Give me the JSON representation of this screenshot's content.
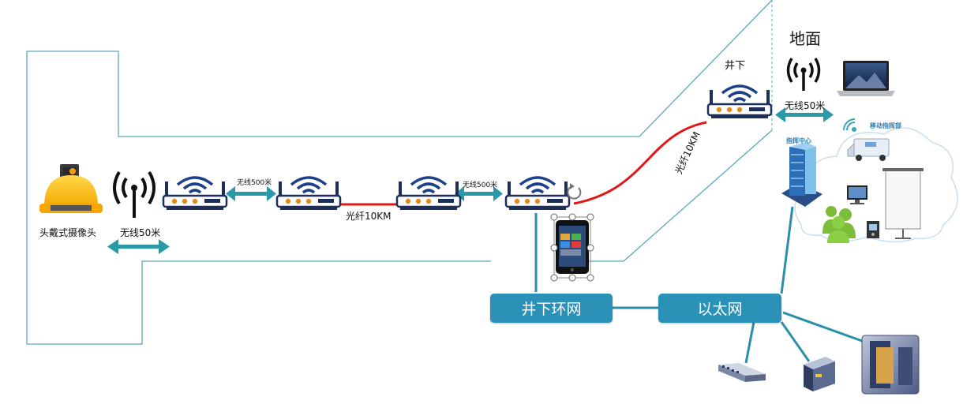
{
  "labels": {
    "camera": "头戴式摄像头",
    "wireless_50_left": "无线50米",
    "wireless_500_a": "无线500米",
    "fiber_10km_a": "光纤10KM",
    "wireless_500_b": "无线500米",
    "fiber_10km_b": "光纤10KM",
    "underground": "井下",
    "ground": "地面",
    "wireless_50_right": "无线50米",
    "command_center": "指挥中心",
    "mobile_command": "移动指挥部",
    "ring_network": "井下环网",
    "ethernet": "以太网"
  },
  "colors": {
    "tunnel_outline": "#5aa9b8",
    "fiber": "#e01818",
    "ethernet_link": "#2a8fa8",
    "box_fill": "#2b91b6",
    "arrow": "#2a9aa8"
  },
  "icons": [
    "helmet-camera-icon",
    "antenna-icon",
    "router-icon",
    "tablet-icon",
    "laptop-icon",
    "building-icon",
    "van-icon",
    "people-icon",
    "monitor-icon",
    "projector-screen-icon",
    "switch-icon",
    "server-icon",
    "cabinet-icon"
  ]
}
